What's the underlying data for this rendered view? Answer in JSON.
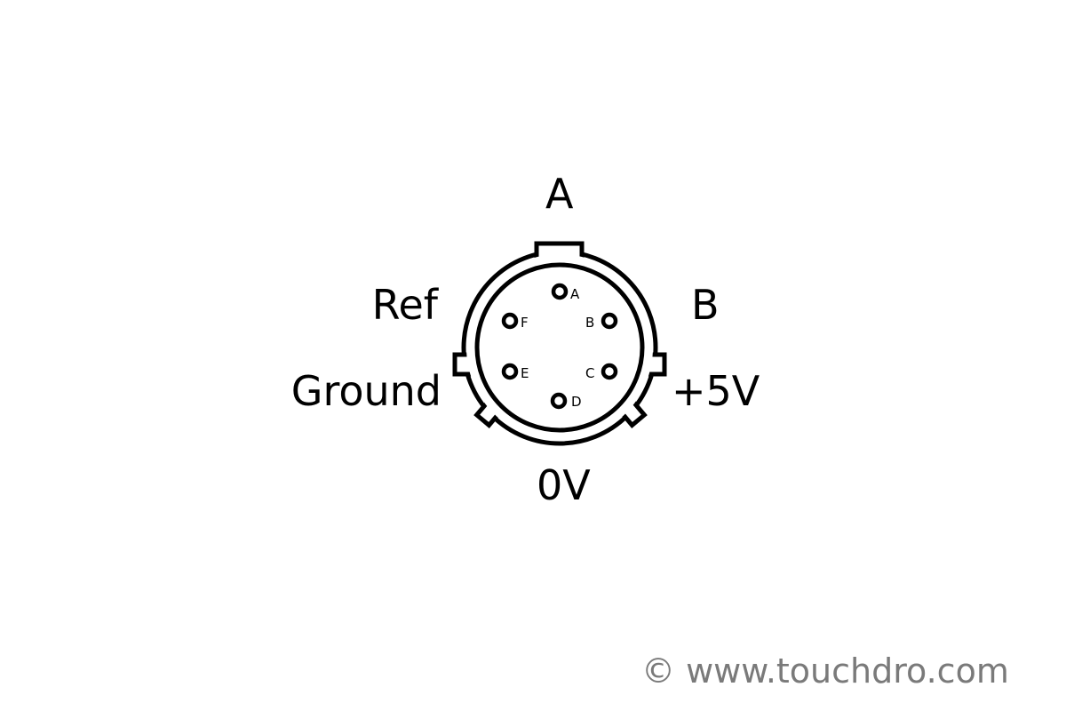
{
  "labels": {
    "top": "A",
    "upper_left": "Ref",
    "upper_right": "B",
    "lower_left": "Ground",
    "lower_right": "+5V",
    "bottom": "0V"
  },
  "pins": [
    {
      "id": "A"
    },
    {
      "id": "B"
    },
    {
      "id": "C"
    },
    {
      "id": "D"
    },
    {
      "id": "E"
    },
    {
      "id": "F"
    }
  ],
  "copyright": "© www.touchdro.com"
}
